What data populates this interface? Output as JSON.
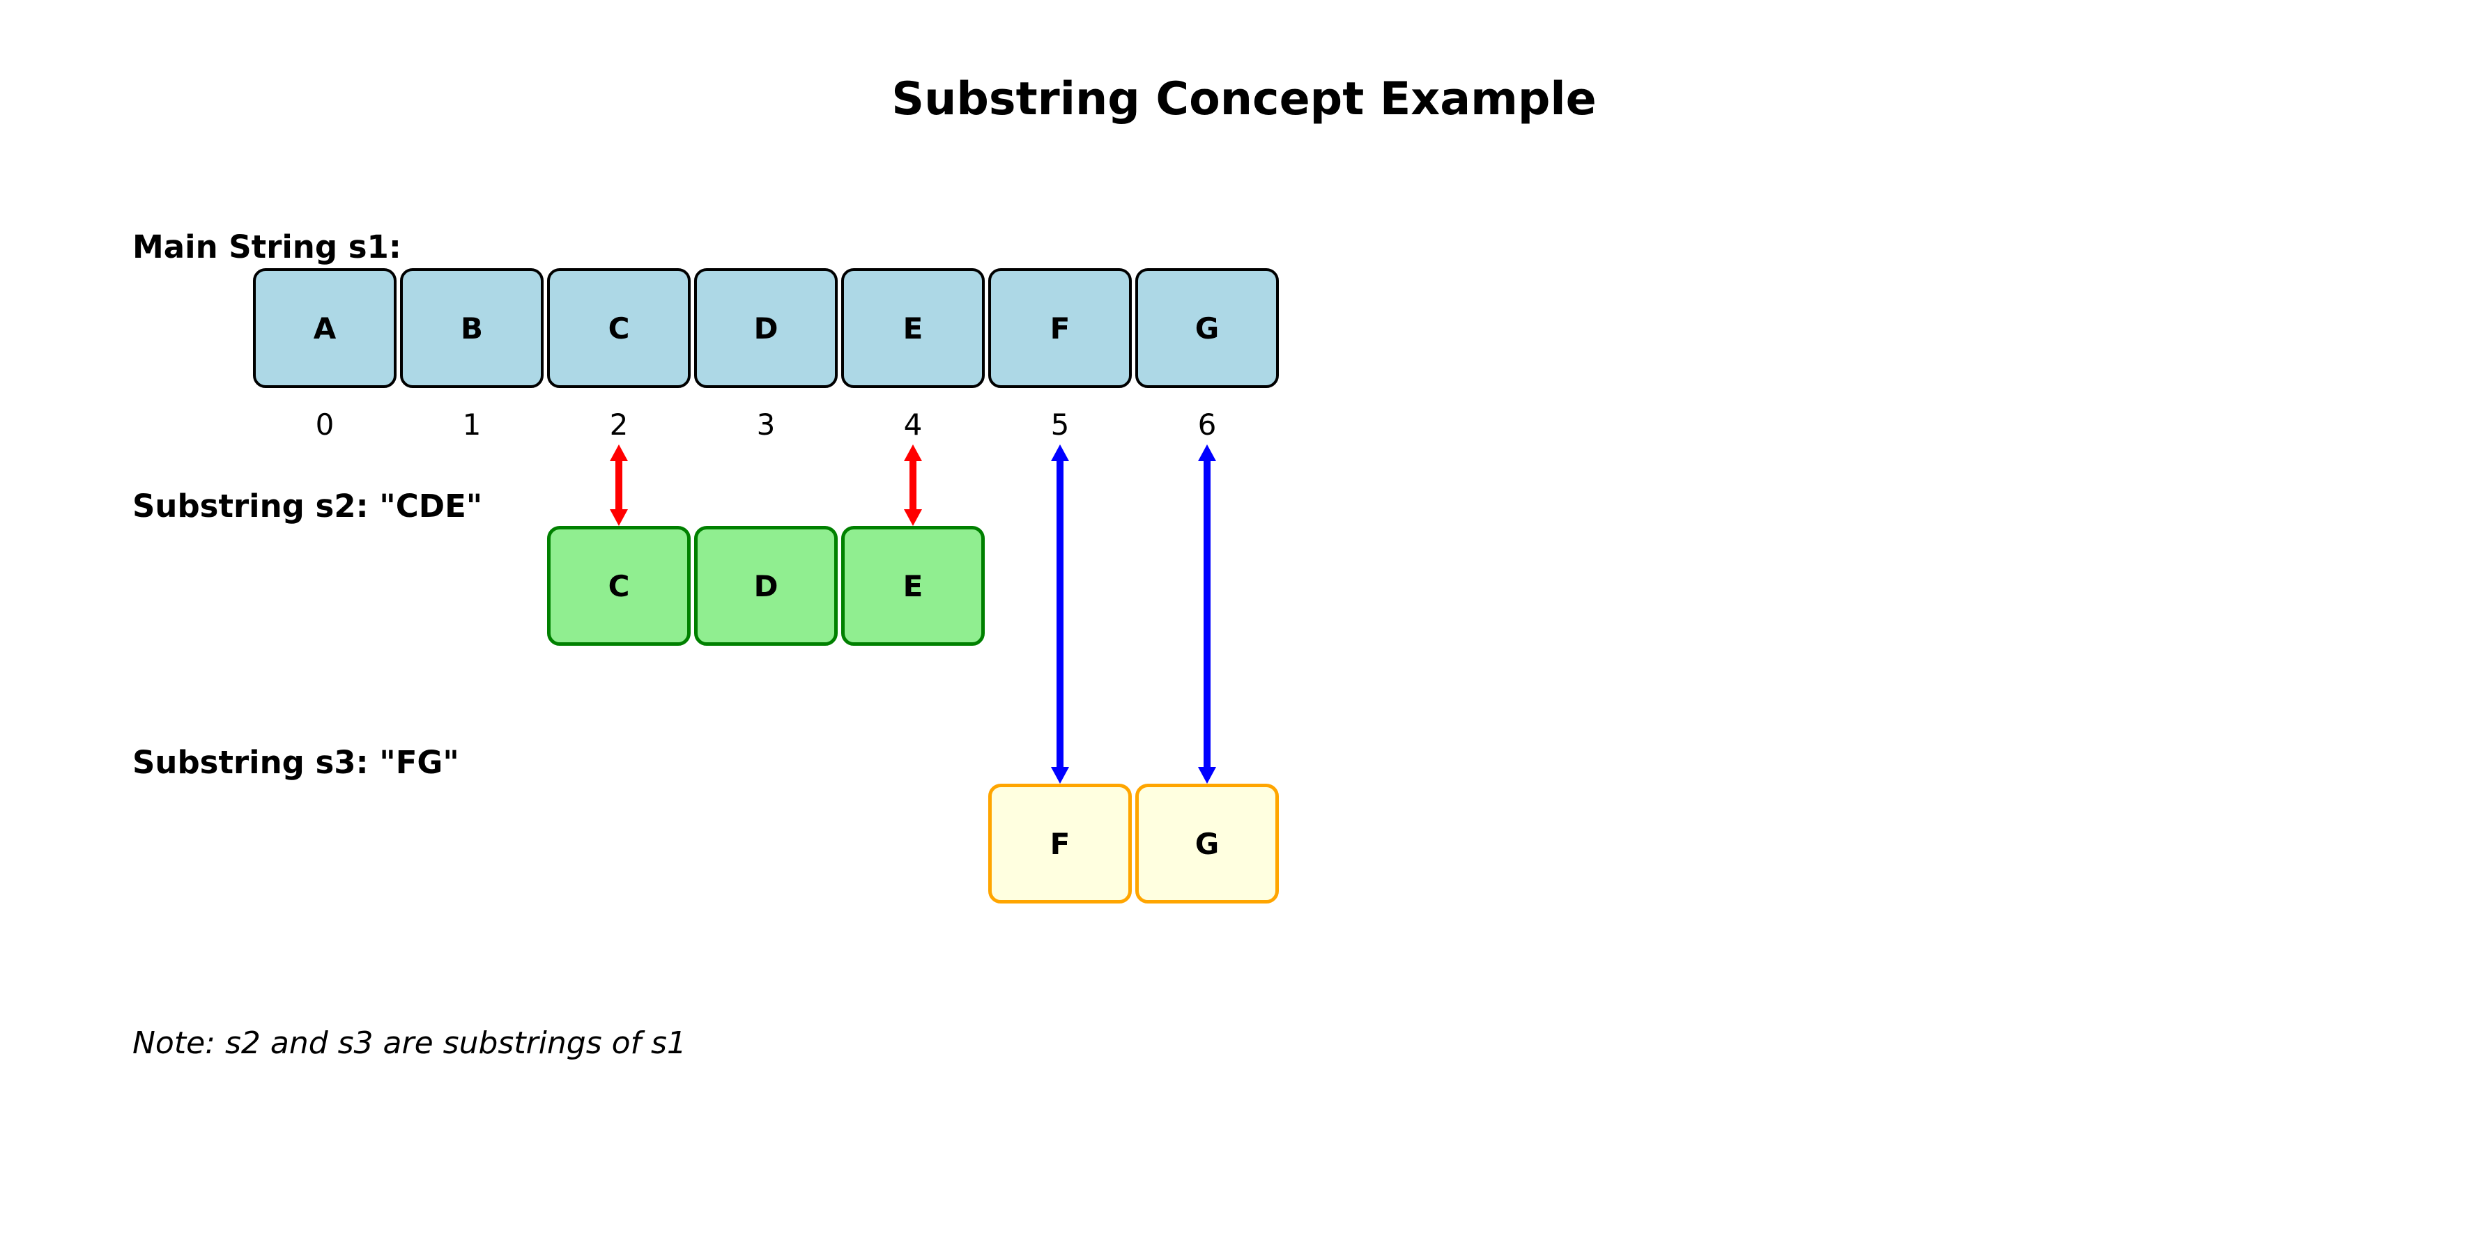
{
  "title": "Substring Concept Example",
  "main_string": {
    "label": "Main String s1:",
    "cells": [
      "A",
      "B",
      "C",
      "D",
      "E",
      "F",
      "G"
    ],
    "indices": [
      "0",
      "1",
      "2",
      "3",
      "4",
      "5",
      "6"
    ]
  },
  "substring_s2": {
    "label": "Substring s2: \"CDE\"",
    "cells": [
      "C",
      "D",
      "E"
    ],
    "matched_s1_indices": [
      2,
      4
    ]
  },
  "substring_s3": {
    "label": "Substring s3: \"FG\"",
    "cells": [
      "F",
      "G"
    ],
    "matched_s1_indices": [
      5,
      6
    ]
  },
  "note": "Note: s2 and s3 are substrings of s1",
  "colors": {
    "s1_cell_fill": "#ADD8E6",
    "s1_cell_border": "#000000",
    "s2_cell_fill": "#90EE90",
    "s2_cell_border": "#008000",
    "s2_arrow": "#FF0000",
    "s3_cell_fill": "#FFFFE0",
    "s3_cell_border": "#FFA500",
    "s3_arrow": "#0000FF"
  }
}
